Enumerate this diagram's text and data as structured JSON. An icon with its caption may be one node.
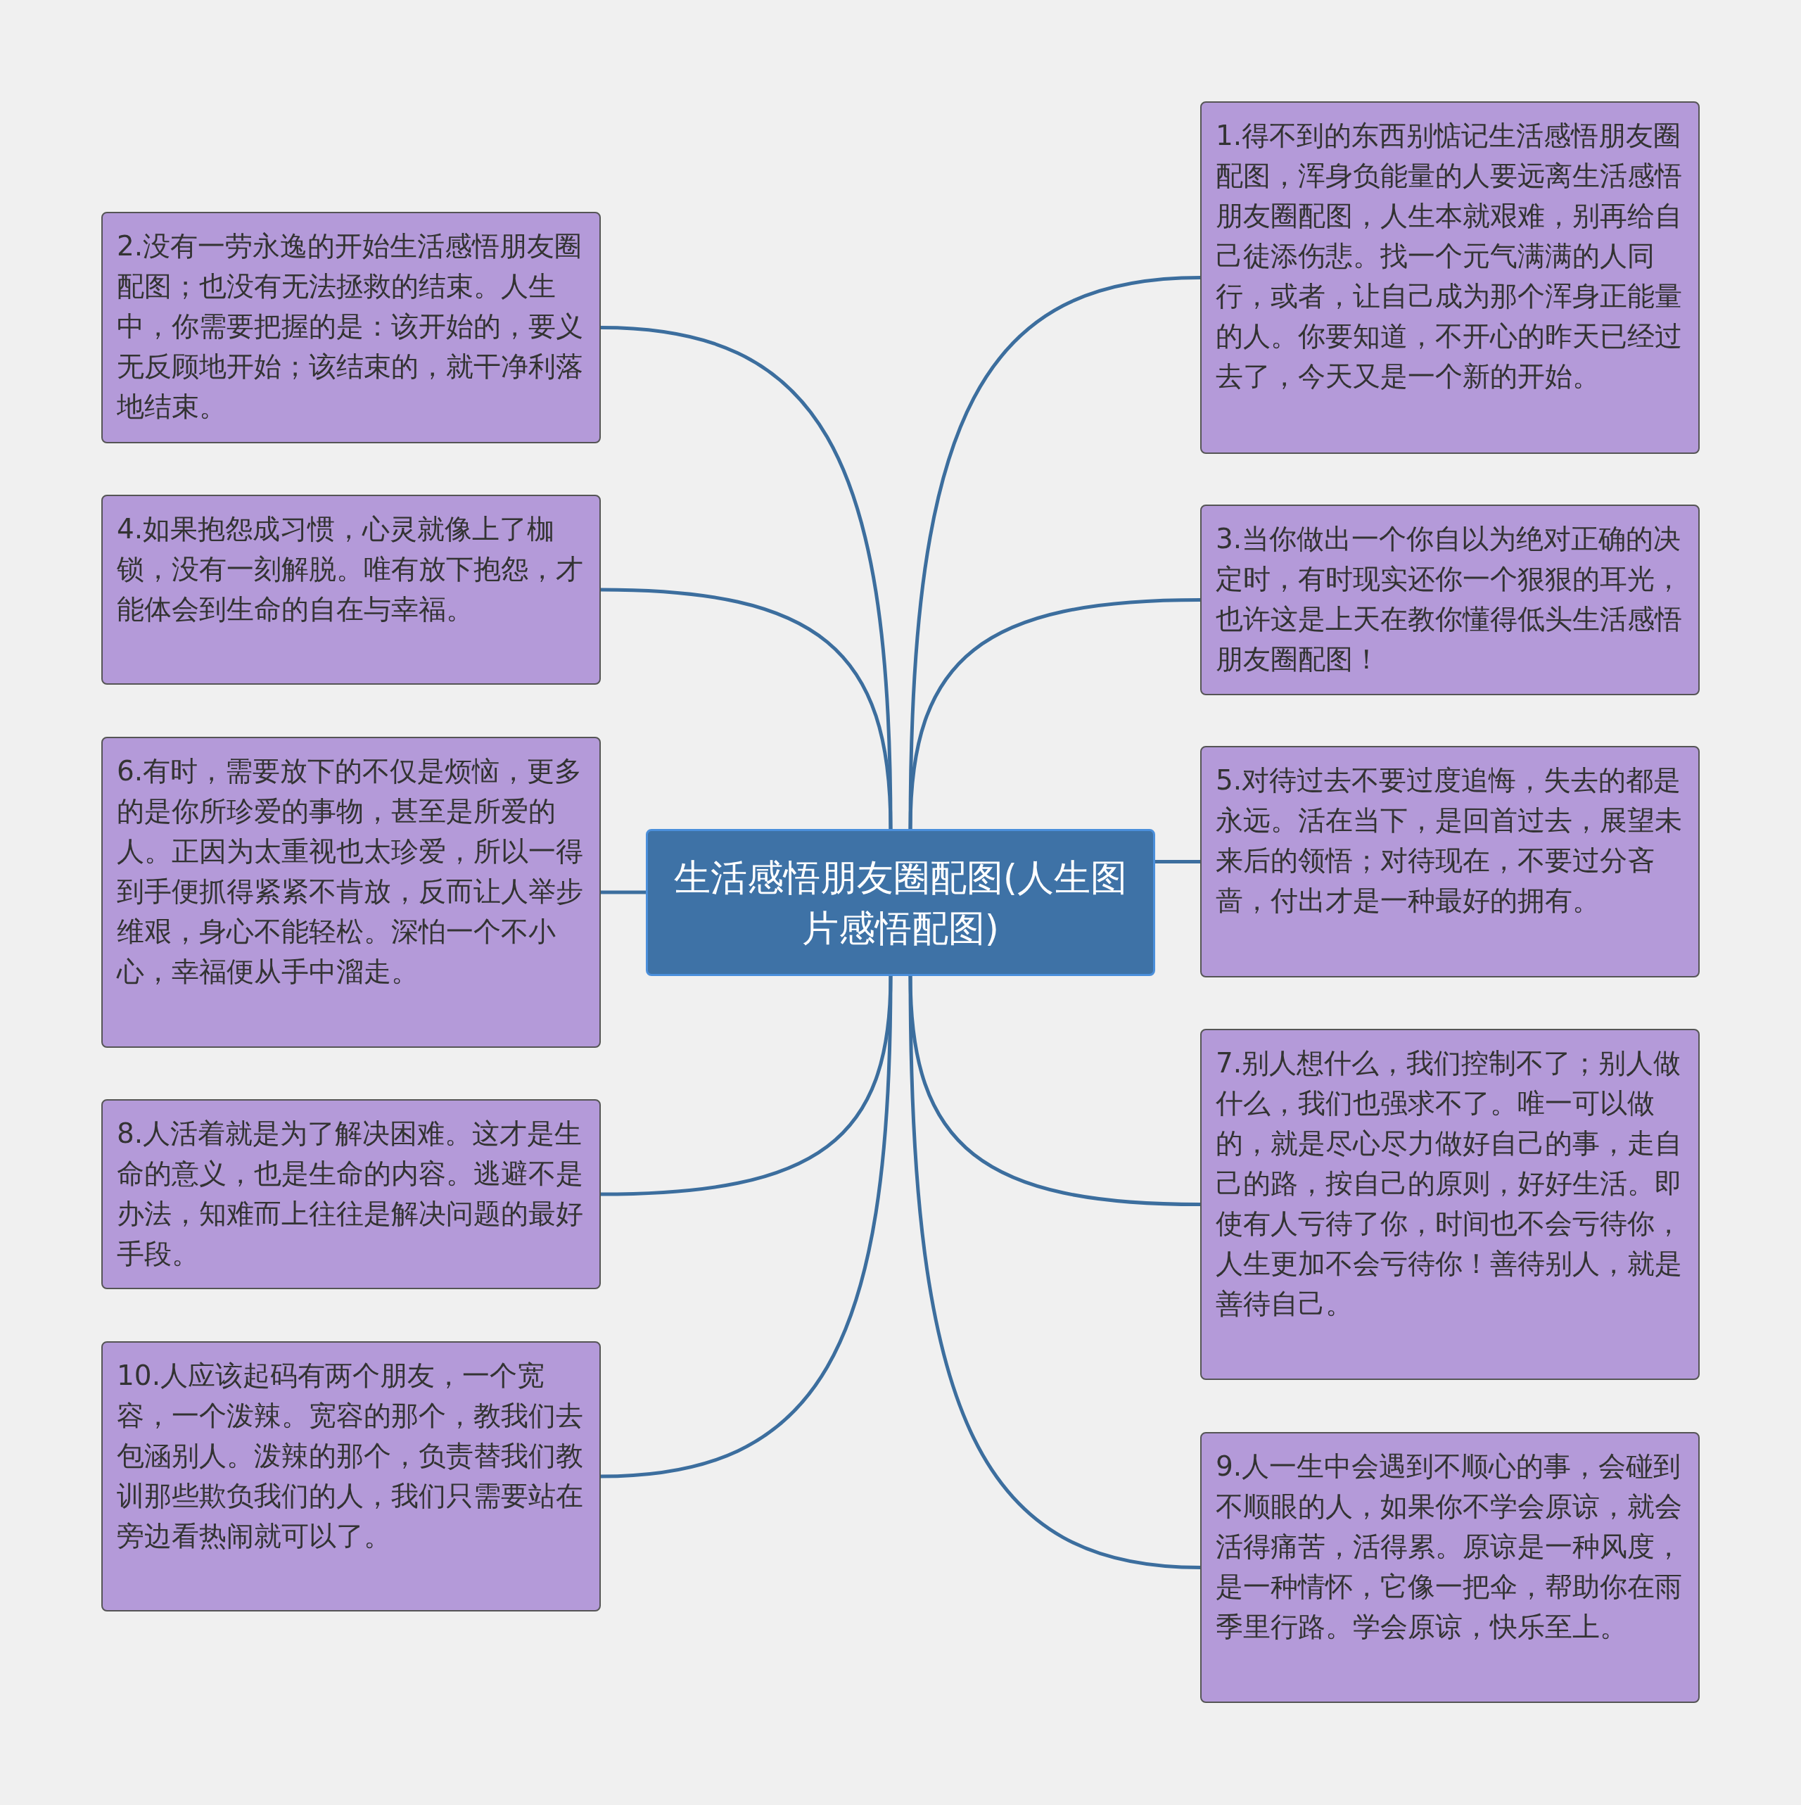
{
  "diagram": {
    "nodes": [
      {
        "text": [
          "生活感悟朋友圈配图(人生图片感悟配图)"
        ]
      },
      {
        "text": [
          "1.得不到的东西别惦记生活感悟朋友圈配图，浑身负能量的人要远离生活感悟朋友圈配图，人生本就艰难，别再给自己徒添伤悲。找一个元气满满的人同行，或者，让自己成为那个浑身正能量的人。你要知道，不开心的昨天已经过去了，今天又是一个新的开始。"
        ]
      },
      {
        "text": [
          "2.没有一劳永逸的开始生活感悟朋友圈配图；也没有无法拯救的结束。人生中，你需要把握的是：该开始的，要义无反顾地开始；该结束的，就干净利落地结束。"
        ]
      },
      {
        "text": [
          "3.当你做出一个你自以为绝对正确的决定时，有时现实还你一个狠狠的耳光，也许这是上天在教你懂得低头生活感悟朋友圈配图！"
        ]
      },
      {
        "text": [
          "4.如果抱怨成习惯，心灵就像上了枷锁，没有一刻解脱。唯有放下抱怨，才能体会到生命的自在与幸福。"
        ]
      },
      {
        "text": [
          "5.对待过去不要过度追悔，失去的都是永远。活在当下，是回首过去，展望未来后的领悟；对待现在，不要过分吝啬，付出才是一种最好的拥有。"
        ]
      },
      {
        "text": [
          "6.有时，需要放下的不仅是烦恼，更多的是你所珍爱的事物，甚至是所爱的人。正因为太重视也太珍爱，所以一得到手便抓得紧紧不肯放，反而让人举步维艰，身心不能轻松。深怕一个不小心，幸福便从手中溜走。"
        ]
      },
      {
        "text": [
          "7.别人想什么，我们控制不了；别人做什么，我们也强求不了。唯一可以做的，就是尽心尽力做好自己的事，走自己的路，按自己的原则，好好生活。即使有人亏待了你，时间也不会亏待你，人生更加不会亏待你！善待别人，就是善待自己。"
        ]
      },
      {
        "text": [
          "8.人活着就是为了解决困难。这才是生命的意义，也是生命的内容。逃避不是办法，知难而上往往是解决问题的最好手段。"
        ]
      },
      {
        "text": [
          "9.人一生中会遇到不顺心的事，会碰到不顺眼的人，如果你不学会原谅，就会活得痛苦，活得累。原谅是一种风度，是一种情怀，它像一把伞，帮助你在雨季里行路。学会原谅，快乐至上。"
        ]
      },
      {
        "text": [
          "10.人应该起码有两个朋友，一个宽容，一个泼辣。宽容的那个，教我们去包涵别人。泼辣的那个，负责替我们教训那些欺负我们的人，我们只需要站在旁边看热闹就可以了。"
        ]
      }
    ],
    "edges": [
      {
        "from": 0,
        "to": 1,
        "arrow": "none"
      },
      {
        "from": 0,
        "to": 2,
        "arrow": "none"
      },
      {
        "from": 0,
        "to": 3,
        "arrow": "none"
      },
      {
        "from": 0,
        "to": 4,
        "arrow": "none"
      },
      {
        "from": 0,
        "to": 5,
        "arrow": "none"
      },
      {
        "from": 0,
        "to": 6,
        "arrow": "none"
      },
      {
        "from": 0,
        "to": 7,
        "arrow": "none"
      },
      {
        "from": 0,
        "to": 8,
        "arrow": "none"
      },
      {
        "from": 0,
        "to": 9,
        "arrow": "none"
      },
      {
        "from": 0,
        "to": 10,
        "arrow": "none"
      }
    ]
  }
}
